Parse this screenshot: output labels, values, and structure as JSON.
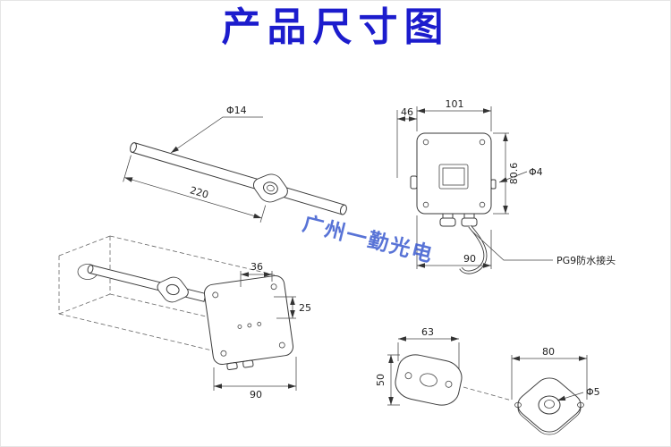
{
  "page": {
    "title": "产品尺寸图",
    "watermark": "广州一勤光电"
  },
  "drawings": {
    "probe": {
      "dia_label": "Φ14",
      "length_label": "220"
    },
    "enclosure": {
      "depth_label": "46",
      "width_label": "101",
      "height_label": "80.6",
      "hole_label": "Φ4",
      "bottom_width_label": "90",
      "gland_note": "PG9防水接头"
    },
    "duct_install": {
      "top_width_label": "36",
      "offset_label": "25",
      "bottom_width_label": "90"
    },
    "gasket": {
      "width_label": "63",
      "height_label": "50"
    },
    "bracket": {
      "width_label": "80",
      "hole_label": "Φ5"
    }
  }
}
